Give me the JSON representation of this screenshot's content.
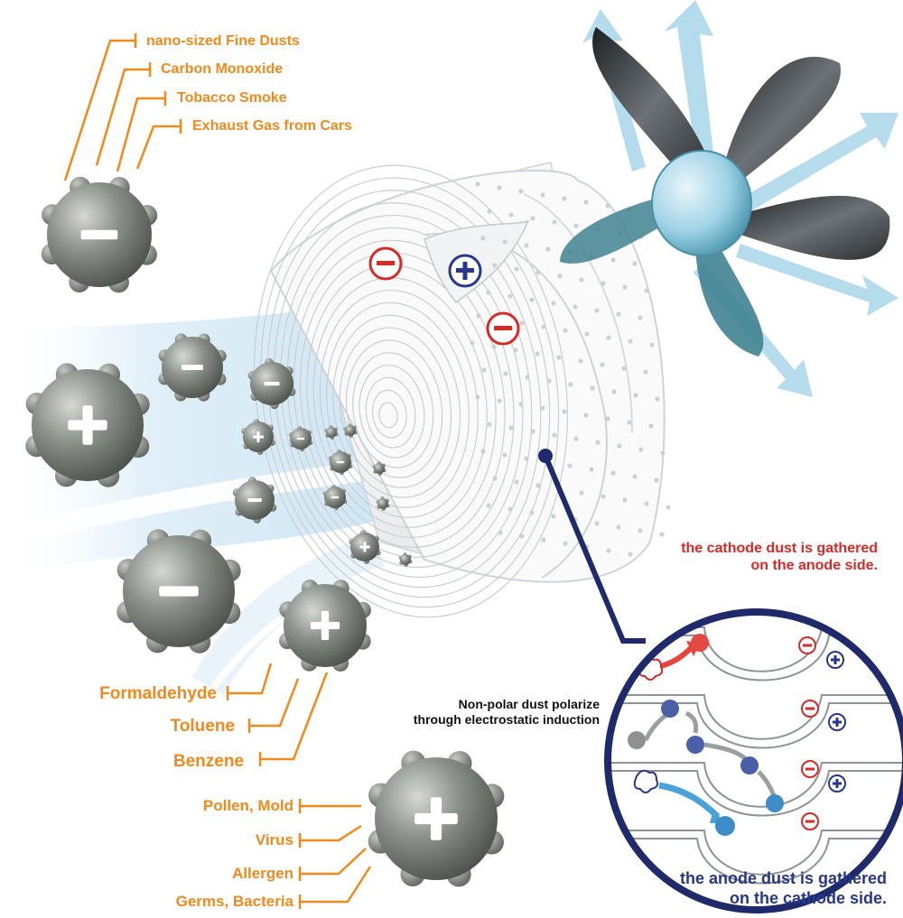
{
  "labels": {
    "top": [
      "nano-sized Fine Dusts",
      "Carbon Monoxide",
      "Tobacco Smoke",
      "Exhaust Gas from Cars"
    ],
    "middle": [
      "Formaldehyde",
      "Toluene",
      "Benzene"
    ],
    "bottom": [
      "Pollen, Mold",
      "Virus",
      "Allergen",
      "Germs, Bacteria"
    ]
  },
  "captions": {
    "cathode_line1": "the cathode dust is gathered",
    "cathode_line2": "on the anode side.",
    "anode_line1": "the anode dust is gathered",
    "anode_line2": "on the cathode side.",
    "induction_line1": "Non-polar dust polarize",
    "induction_line2": "through electrostatic induction"
  },
  "colors": {
    "label_orange": "#f18a1d",
    "negative_red": "#d62a26",
    "positive_blue": "#27378b",
    "particle_gray": "#7d827b",
    "airflow_blue": "#cfe6f4",
    "fan_teal": "#3f8290"
  }
}
